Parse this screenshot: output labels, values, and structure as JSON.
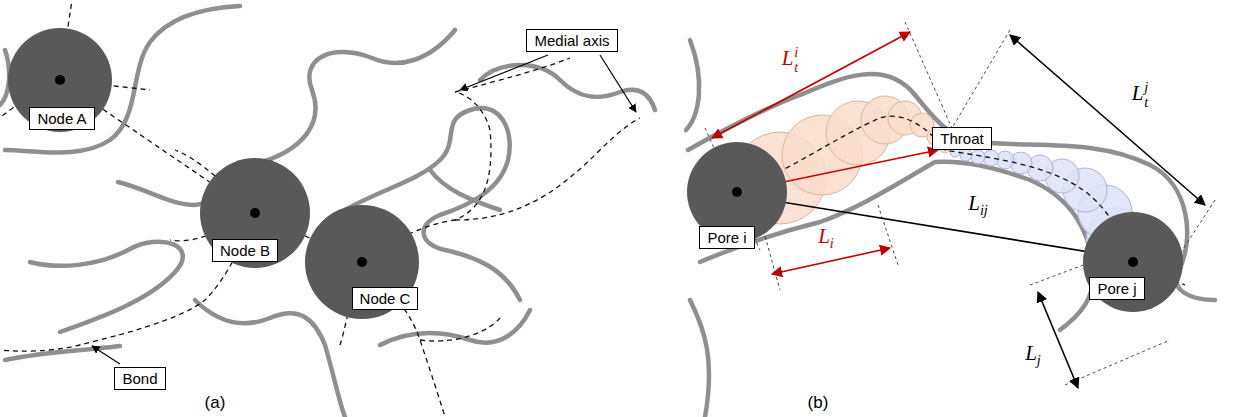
{
  "diagram": {
    "nodes": [
      {
        "text": [
          "Node A"
        ]
      },
      {
        "text": [
          "Node B"
        ]
      },
      {
        "text": [
          "Node C"
        ]
      },
      {
        "text": [
          "Medial axis"
        ]
      },
      {
        "text": [
          "Bond"
        ]
      },
      {
        "text": [
          "Pore i"
        ]
      },
      {
        "text": [
          "Throat"
        ]
      },
      {
        "text": [
          "Pore j"
        ]
      }
    ],
    "edges": [
      {
        "from": 0,
        "to": 1,
        "arrow": "none"
      },
      {
        "from": 1,
        "to": 2,
        "arrow": "none"
      }
    ],
    "labels": [
      "(a)",
      "(b)",
      "Lti",
      "Ltj",
      "Lij",
      "Li",
      "Lj"
    ]
  }
}
